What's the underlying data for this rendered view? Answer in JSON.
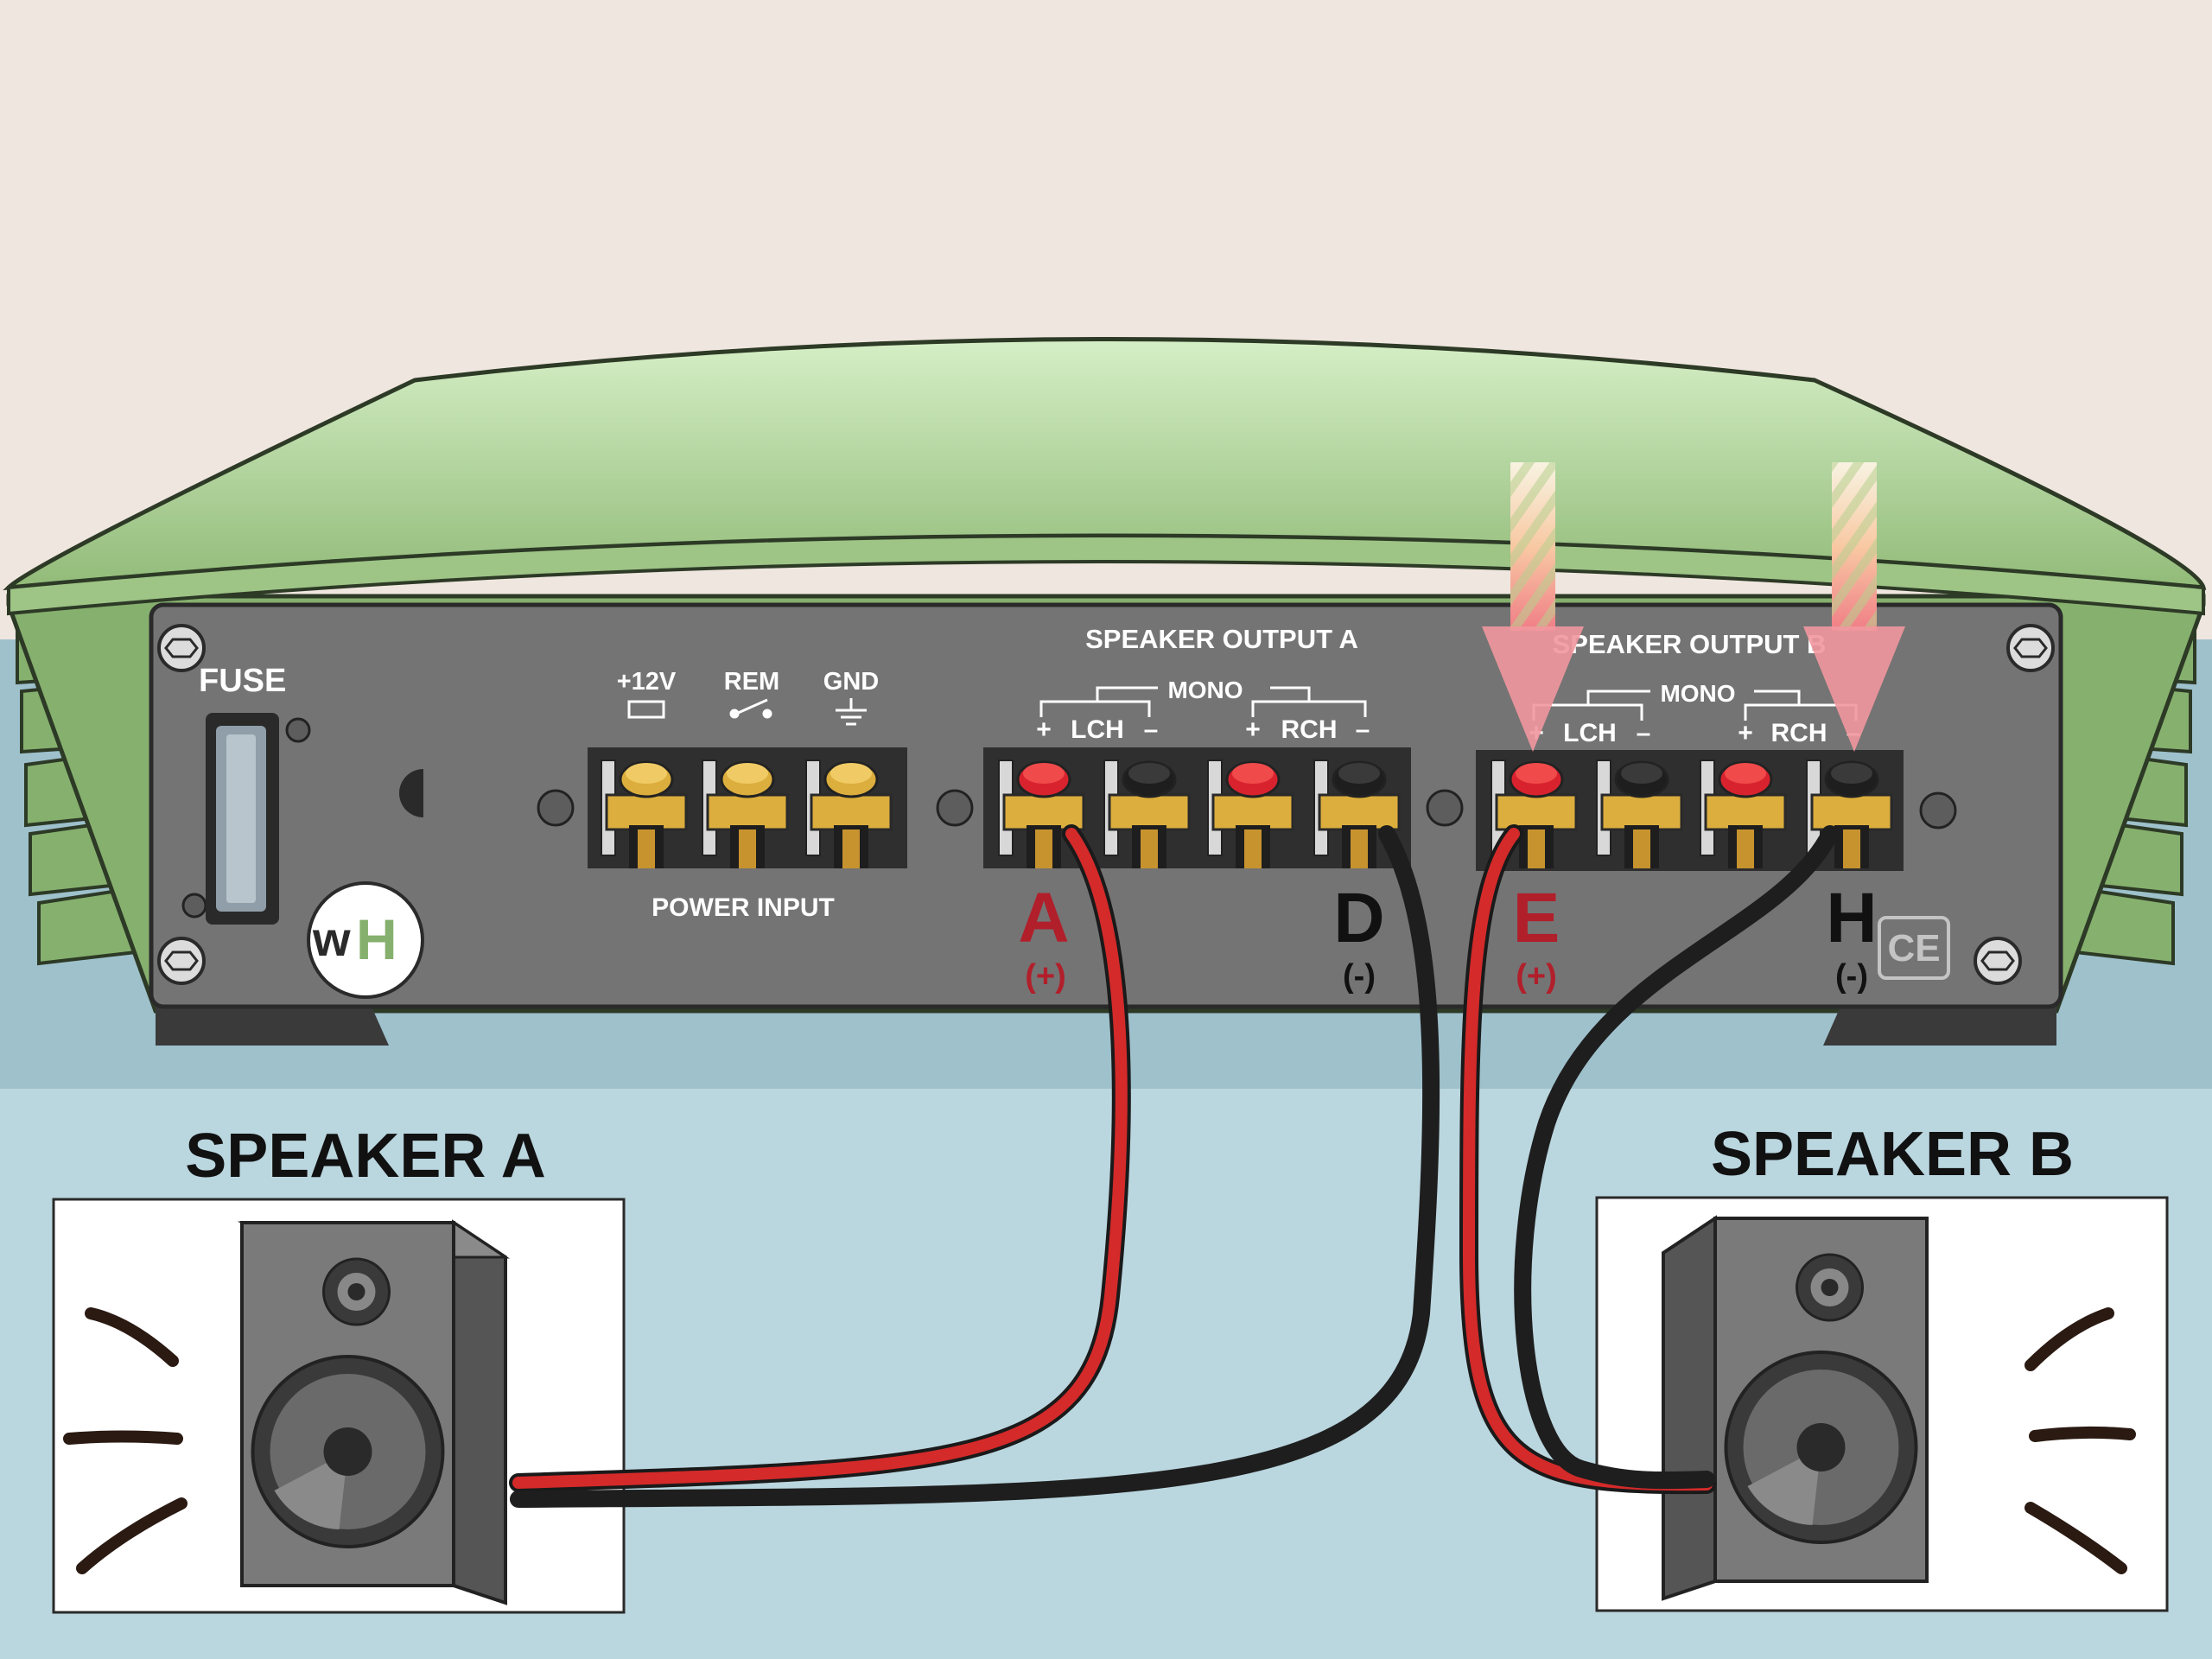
{
  "amplifier": {
    "fuse_label": "FUSE",
    "power": {
      "terminals": [
        "+12V",
        "REM",
        "GND"
      ],
      "caption": "POWER INPUT"
    },
    "output_a": {
      "title": "SPEAKER OUTPUT A",
      "mono_label": "MONO",
      "channels": [
        {
          "label": "LCH",
          "plus": "+",
          "minus": "–"
        },
        {
          "label": "RCH",
          "plus": "+",
          "minus": "–"
        }
      ]
    },
    "output_b": {
      "title": "SPEAKER OUTPUT B",
      "mono_label": "MONO",
      "channels": [
        {
          "label": "LCH",
          "plus": "+",
          "minus": "–"
        },
        {
          "label": "RCH",
          "plus": "+",
          "minus": "–"
        }
      ]
    },
    "ce_mark": "CE"
  },
  "terminal_labels": [
    {
      "letter": "A",
      "polarity": "(+)",
      "color": "#b11f2b"
    },
    {
      "letter": "D",
      "polarity": "(-)",
      "color": "#111111"
    },
    {
      "letter": "E",
      "polarity": "(+)",
      "color": "#b11f2b"
    },
    {
      "letter": "H",
      "polarity": "(-)",
      "color": "#111111"
    }
  ],
  "speakers": {
    "a_label": "SPEAKER A",
    "b_label": "SPEAKER B"
  },
  "logo": {
    "text_w": "w",
    "text_h": "H"
  },
  "colors": {
    "amp_green": "#86b06e",
    "amp_green_light": "#c8e6b8",
    "panel_gray": "#737373",
    "wire_red": "#d42a2a",
    "wire_black": "#1e1e1e",
    "floor": "#bad6df",
    "wall": "#efe6df",
    "arrow_pink": "#f4a7ab"
  }
}
